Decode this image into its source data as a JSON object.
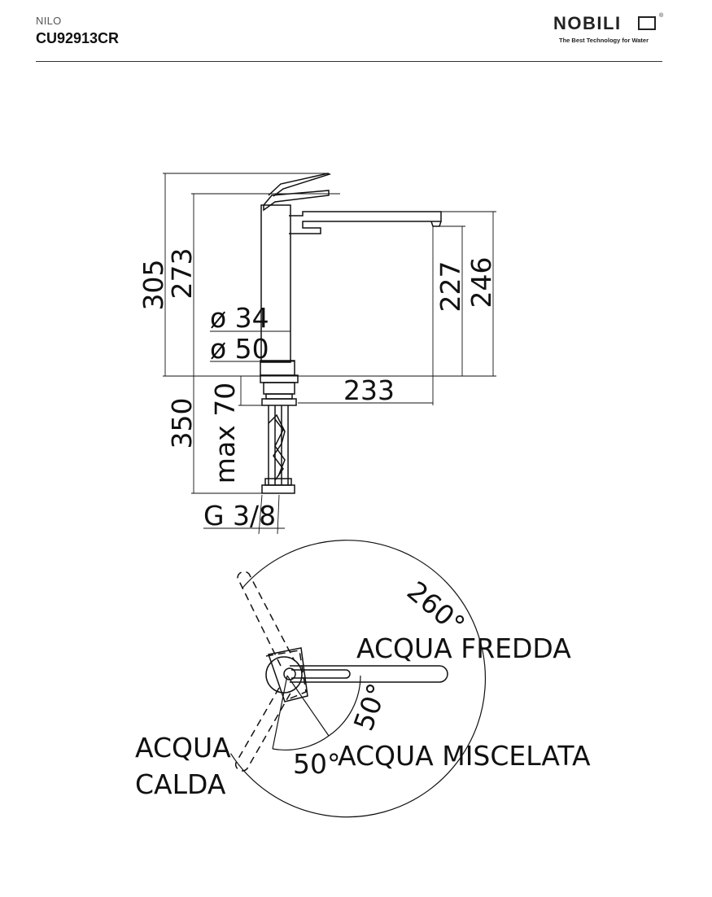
{
  "header": {
    "series": "NILO",
    "code": "CU92913CR",
    "brand": "NOBILI",
    "brand_reg": "®",
    "tagline": "The Best Technology for Water"
  },
  "side_view": {
    "dimensions": {
      "height_total": "305",
      "height_body": "273",
      "spout_clearance": "227",
      "spout_height": "246",
      "diam_inner": "ø 34",
      "diam_base": "ø 50",
      "spout_reach": "233",
      "hose_length": "350",
      "deck_thickness": "max 70",
      "thread": "G 3/8"
    }
  },
  "top_view": {
    "rotation": "260°",
    "angle_left": "50°",
    "angle_right": "50°",
    "cold_label": "ACQUA FREDDA",
    "mixed_label": "ACQUA MISCELATA",
    "hot_label_line1": "ACQUA",
    "hot_label_line2": "CALDA"
  }
}
